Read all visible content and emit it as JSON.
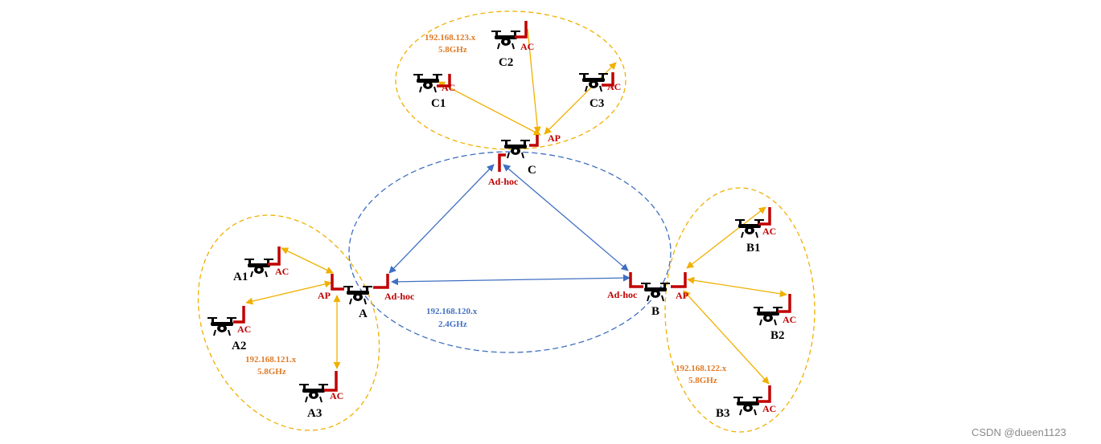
{
  "colors": {
    "wifi_link": "#f0b000",
    "adhoc_link": "#3f6fc1",
    "antenna": "#c00000",
    "subnet_orange_text": "#e07b28",
    "subnet_blue_text": "#4472c4",
    "watermark": "#8a8a8a"
  },
  "icons": {
    "drone": "drone-icon",
    "antenna": "antenna-icon"
  },
  "clusters": {
    "A": {
      "hub_label": "A",
      "ap_label": "AP",
      "adhoc_label": "Ad-hoc",
      "subnet": "192.168.121.x",
      "freq": "5.8GHz",
      "clients": [
        {
          "name": "A1",
          "ac": "AC"
        },
        {
          "name": "A2",
          "ac": "AC"
        },
        {
          "name": "A3",
          "ac": "AC"
        }
      ]
    },
    "B": {
      "hub_label": "B",
      "ap_label": "AP",
      "adhoc_label": "Ad-hoc",
      "subnet": "192.168.122.x",
      "freq": "5.8GHz",
      "clients": [
        {
          "name": "B1",
          "ac": "AC"
        },
        {
          "name": "B2",
          "ac": "AC"
        },
        {
          "name": "B3",
          "ac": "AC"
        }
      ]
    },
    "C": {
      "hub_label": "C",
      "ap_label": "AP",
      "adhoc_label": "Ad-hoc",
      "subnet": "192.168.123.x",
      "freq": "5.8GHz",
      "clients": [
        {
          "name": "C1",
          "ac": "AC"
        },
        {
          "name": "C2",
          "ac": "AC"
        },
        {
          "name": "C3",
          "ac": "AC"
        }
      ]
    }
  },
  "backbone": {
    "subnet": "192.168.120.x",
    "freq": "2.4GHz"
  },
  "watermark": "CSDN @dueen1123"
}
